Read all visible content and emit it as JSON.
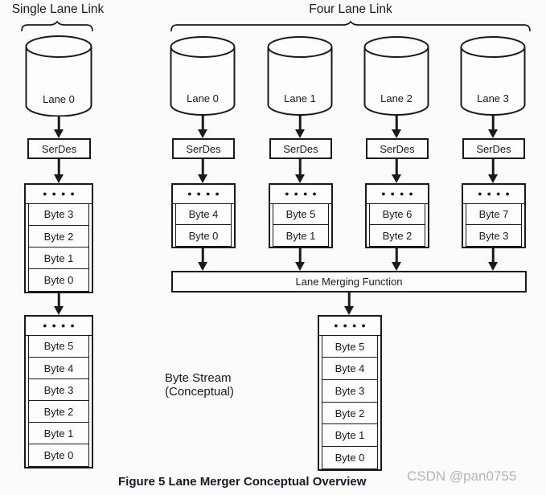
{
  "single_lane": {
    "title": "Single Lane Link",
    "cylinder_label": "Lane 0",
    "serdes_label": "SerDes",
    "dots": "●●●●",
    "stack1_rows": [
      "Byte 3",
      "Byte 2",
      "Byte 1",
      "Byte 0"
    ],
    "stack2_rows": [
      "Byte 5",
      "Byte 4",
      "Byte 3",
      "Byte 2",
      "Byte 1",
      "Byte 0"
    ]
  },
  "four_lane": {
    "title": "Four Lane Link",
    "serdes_label": "SerDes",
    "dots": "●●●●",
    "lanes": [
      {
        "cylinder_label": "Lane 0",
        "stack_rows": [
          "Byte 4",
          "Byte 0"
        ]
      },
      {
        "cylinder_label": "Lane 1",
        "stack_rows": [
          "Byte 5",
          "Byte 1"
        ]
      },
      {
        "cylinder_label": "Lane 2",
        "stack_rows": [
          "Byte 6",
          "Byte 2"
        ]
      },
      {
        "cylinder_label": "Lane 3",
        "stack_rows": [
          "Byte 7",
          "Byte 3"
        ]
      }
    ],
    "merging_function_label": "Lane Merging Function"
  },
  "byte_stream": {
    "label_line1": "Byte Stream",
    "label_line2": "(Conceptual)",
    "dots": "●●●●",
    "stack_rows": [
      "Byte 5",
      "Byte 4",
      "Byte 3",
      "Byte 2",
      "Byte 1",
      "Byte 0"
    ]
  },
  "caption": "Figure 5 Lane Merger Conceptual Overview",
  "watermark": "CSDN @pan0755",
  "colors": {
    "line": "#1a1a1a",
    "background": "#fbfbfb",
    "boxbg": "#fdfdfd",
    "caption": "#18182a",
    "watermark": "#b2b5ba"
  }
}
